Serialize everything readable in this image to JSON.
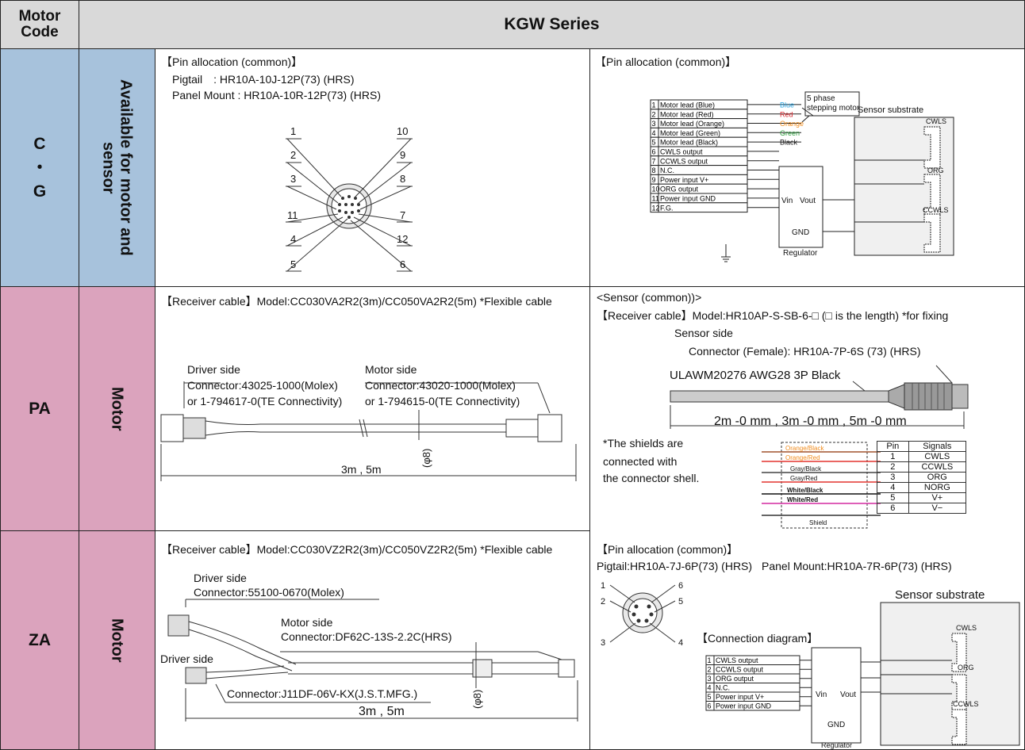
{
  "header": {
    "motor_code": "Motor\nCode",
    "series": "KGW Series"
  },
  "rows": {
    "cg": {
      "code": "C\n・\nG",
      "type": "Available for motor and\nsensor"
    },
    "pa": {
      "code": "PA",
      "type": "Motor"
    },
    "za": {
      "code": "ZA",
      "type": "Motor"
    }
  },
  "cg_left": {
    "title": "【Pin allocation (common)】",
    "pigtail": "Pigtail　: HR10A-10J-12P(73) (HRS)",
    "panel": "Panel Mount : HR10A-10R-12P(73) (HRS)",
    "pins_left": [
      "1",
      "2",
      "3",
      "11",
      "4",
      "5"
    ],
    "pins_right": [
      "10",
      "9",
      "8",
      "7",
      "12",
      "6"
    ]
  },
  "cg_right": {
    "title": "【Pin allocation (common)】",
    "table": [
      "Motor lead (Blue)",
      "Motor lead (Red)",
      "Motor lead (Orange)",
      "Motor lead (Green)",
      "Motor lead (Black)",
      "CWLS output",
      "CCWLS output",
      "N.C.",
      "Power input  V+",
      "ORG output",
      "Power input GND",
      "F.G."
    ],
    "wire_colors": [
      "Blue",
      "Red",
      "Orange",
      "Green",
      "Black"
    ],
    "wire_hex": [
      "#2aa3e0",
      "#d8232a",
      "#f08c1e",
      "#2a9d3a",
      "#111111"
    ],
    "stepping": "5 phase\nstepping motor",
    "sensor_substrate": "Sensor substrate",
    "sensors": [
      "CWLS",
      "ORG",
      "CCWLS"
    ],
    "vin": "Vin",
    "vout": "Vout",
    "gnd": "GND",
    "regulator": "Regulator"
  },
  "pa_left": {
    "title": "【Receiver cable】Model:CC030VA2R2(3m)/CC050VA2R2(5m) *Flexible cable",
    "driver_side": "Driver side",
    "driver_conn": "Connector:43025-1000(Molex)",
    "driver_alt": "or 1-794617-0(TE Connectivity)",
    "motor_side": "Motor side",
    "motor_conn": "Connector:43020-1000(Molex)",
    "motor_alt": "or 1-794615-0(TE Connectivity)",
    "length": "3m , 5m",
    "diameter": "(φ8)"
  },
  "pa_right": {
    "title": "<Sensor (common))>",
    "model": "【Receiver cable】Model:HR10AP-S-SB-6-□ (□ is the length) *for fixing",
    "sensor_side": "Sensor side",
    "connector": "Connector (Female): HR10A-7P-6S (73) (HRS)",
    "cable": "ULAWM20276 AWG28 3P Black",
    "lengths": "2m  -0 mm , 3m  -0 mm , 5m  -0 mm",
    "shield_note": [
      "*The shields are",
      "connected with",
      "the connector shell."
    ],
    "wires": [
      "Orange/Black",
      "Orange/Red",
      "Gray/Black",
      "Gray/Red",
      "White/Black",
      "White/Red",
      "Shield"
    ],
    "pin_header": [
      "Pin",
      "Signals"
    ],
    "pins": [
      [
        "1",
        "CWLS"
      ],
      [
        "2",
        "CCWLS"
      ],
      [
        "3",
        "ORG"
      ],
      [
        "4",
        "NORG"
      ],
      [
        "5",
        "V+"
      ],
      [
        "6",
        "V−"
      ]
    ]
  },
  "za_left": {
    "title": "【Receiver cable】Model:CC030VZ2R2(3m)/CC050VZ2R2(5m) *Flexible cable",
    "driver_side": "Driver side",
    "driver_conn": "Connector:55100-0670(Molex)",
    "motor_side": "Motor side",
    "motor_conn": "Connector:DF62C-13S-2.2C(HRS)",
    "driver_side2": "Driver side",
    "driver_conn2": "Connector:J11DF-06V-KX(J.S.T.MFG.)",
    "length": "3m , 5m",
    "diameter": "(φ8)"
  },
  "za_right": {
    "title": "【Pin allocation (common)】",
    "pigtail": "Pigtail:HR10A-7J-6P(73) (HRS)",
    "panel": "Panel Mount:HR10A-7R-6P(73) (HRS)",
    "sensor_substrate": "Sensor substrate",
    "conn_title": "【Connection diagram】",
    "pins_left": [
      "1",
      "2",
      "3"
    ],
    "pins_right": [
      "6",
      "5",
      "4"
    ],
    "table": [
      "CWLS output",
      "CCWLS output",
      "ORG output",
      "N.C.",
      "Power input  V+",
      "Power input  GND"
    ],
    "sensors": [
      "CWLS",
      "ORG",
      "CCWLS"
    ],
    "vin": "Vin",
    "vout": "Vout",
    "gnd": "GND",
    "regulator": "Regulator"
  }
}
